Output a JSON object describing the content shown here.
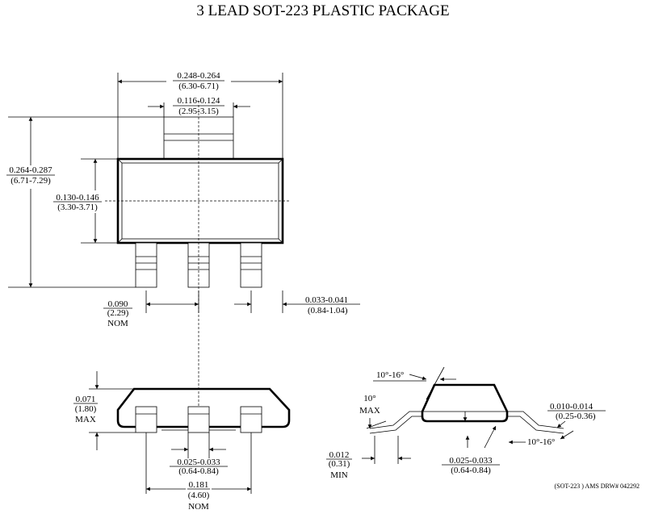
{
  "title": "3 LEAD SOT-223 PLASTIC PACKAGE",
  "drawing_number": "(SOT-223 ) AMS DRW# 042292",
  "top_view": {
    "overall_width": {
      "inch": "0.248-0.264",
      "mm": "(6.30-6.71)"
    },
    "tab_width": {
      "inch": "0.116-0.124",
      "mm": "(2.95-3.15)"
    },
    "overall_length": {
      "inch": "0.264-0.287",
      "mm": "(6.71-7.29)"
    },
    "body_length": {
      "inch": "0.130-0.146",
      "mm": "(3.30-3.71)"
    },
    "lead_pitch": {
      "inch": "0.090",
      "mm": "(2.29)",
      "note": "NOM"
    },
    "lead_width": {
      "inch": "0.033-0.041",
      "mm": "(0.84-1.04)"
    }
  },
  "side_view": {
    "height": {
      "inch": "0.071",
      "mm": "(1.80)",
      "note": "MAX"
    },
    "lead_thickness": {
      "inch": "0.025-0.033",
      "mm": "(0.64-0.84)"
    },
    "lead_span": {
      "inch": "0.181",
      "mm": "(4.60)",
      "note": "NOM"
    }
  },
  "end_view": {
    "top_angle": "10°-16°",
    "lead_angle": {
      "value": "10°",
      "note": "MAX"
    },
    "lead_thickness": {
      "inch": "0.010-0.014",
      "mm": "(0.25-0.36)"
    },
    "bottom_angle": "10°-16°",
    "standoff": {
      "inch": "0.012",
      "mm": "(0.31)",
      "note": "MIN"
    },
    "body_to_lead": {
      "inch": "0.025-0.033",
      "mm": "(0.64-0.84)"
    }
  }
}
